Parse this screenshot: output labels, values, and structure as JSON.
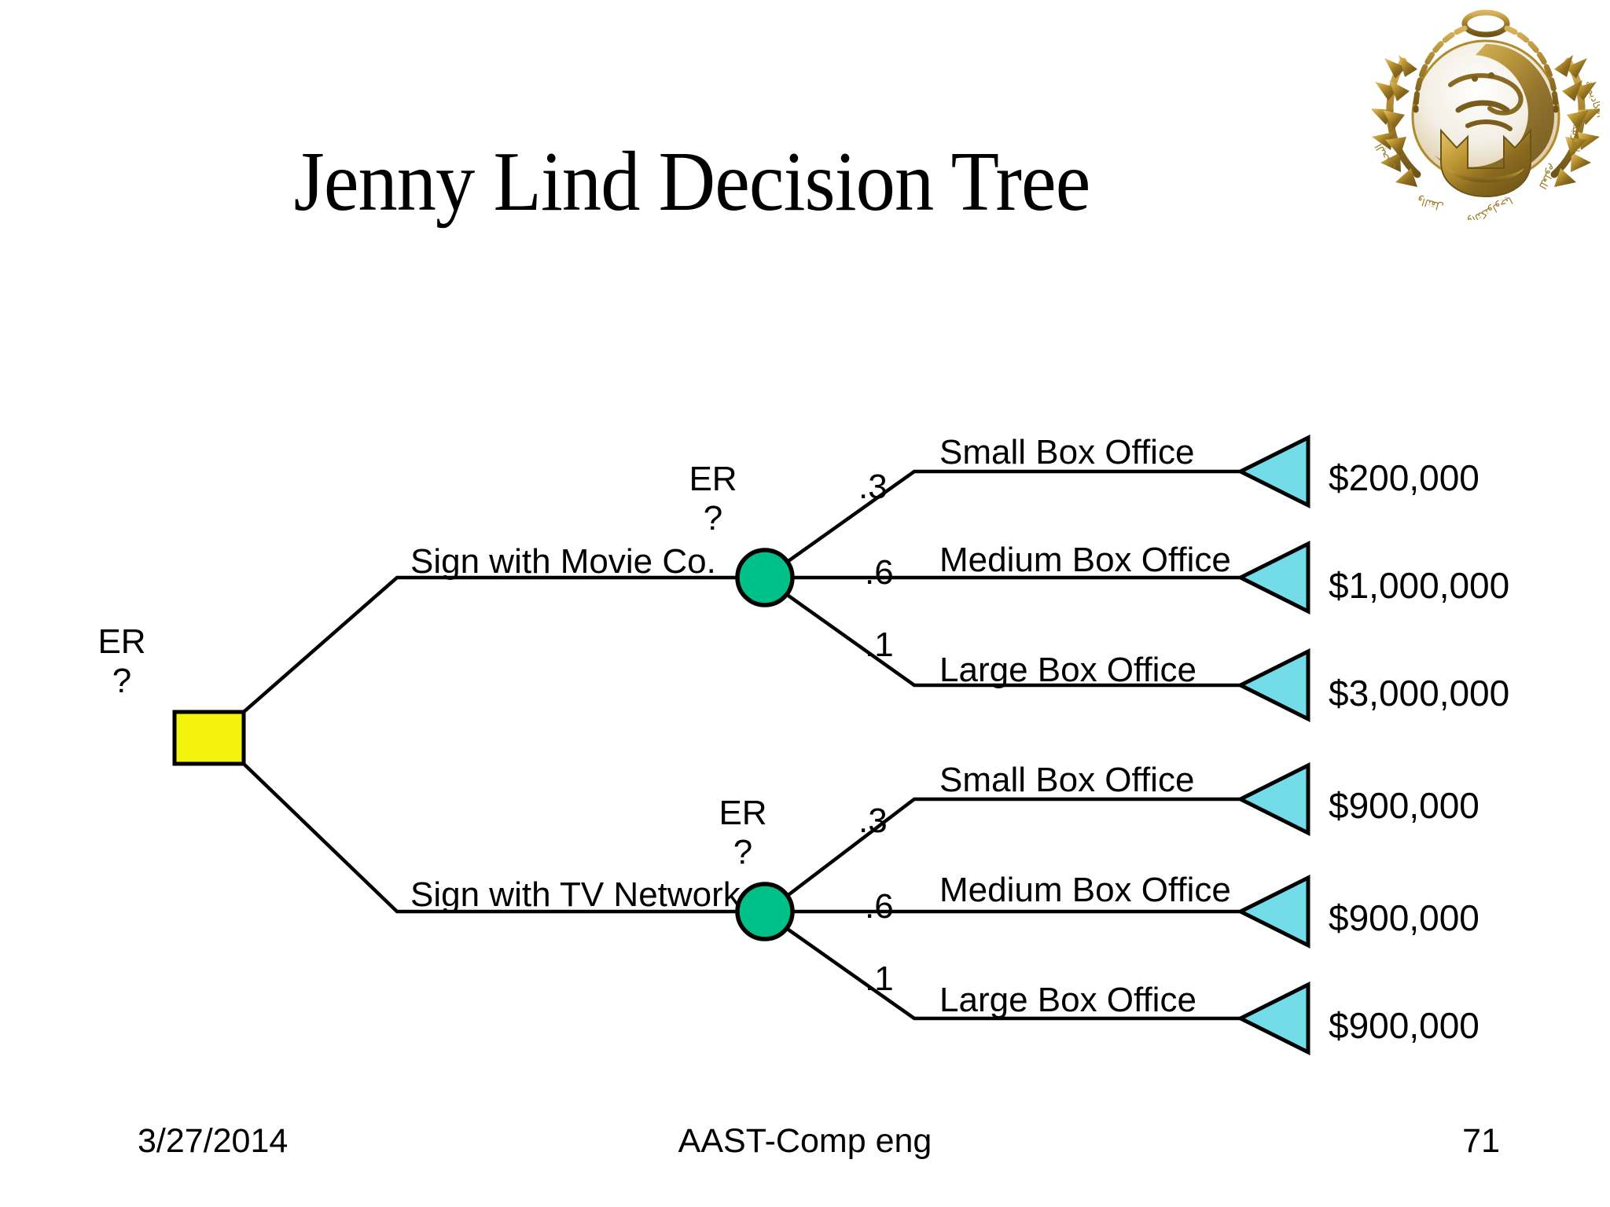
{
  "slide": {
    "title": "Jenny Lind Decision Tree",
    "logo_alt": "aast-logo-icon"
  },
  "footer": {
    "date": "3/27/2014",
    "note": "AAST-Comp eng",
    "page": "71"
  },
  "colors": {
    "decision_node": "#F2F20D",
    "chance_node": "#00C08A",
    "terminal_node": "#74DCE8",
    "line": "#000000"
  },
  "tree": {
    "root": {
      "er_label_line1": "ER",
      "er_label_line2": "?",
      "node_type": "decision-square"
    },
    "alternatives": [
      {
        "label": "Sign with Movie Co.",
        "er_label_line1": "ER",
        "er_label_line2": "?",
        "node_type": "chance-circle",
        "outcomes": [
          {
            "name": "Small Box Office",
            "probability": ".3",
            "payoff": "$200,000"
          },
          {
            "name": "Medium Box Office",
            "probability": ".6",
            "payoff": "$1,000,000"
          },
          {
            "name": "Large Box Office",
            "probability": ".1",
            "payoff": "$3,000,000"
          }
        ]
      },
      {
        "label": "Sign with TV Network",
        "er_label_line1": "ER",
        "er_label_line2": "?",
        "node_type": "chance-circle",
        "outcomes": [
          {
            "name": "Small Box Office",
            "probability": ".3",
            "payoff": "$900,000"
          },
          {
            "name": "Medium Box Office",
            "probability": ".6",
            "payoff": "$900,000"
          },
          {
            "name": "Large Box Office",
            "probability": ".1",
            "payoff": "$900,000"
          }
        ]
      }
    ]
  }
}
